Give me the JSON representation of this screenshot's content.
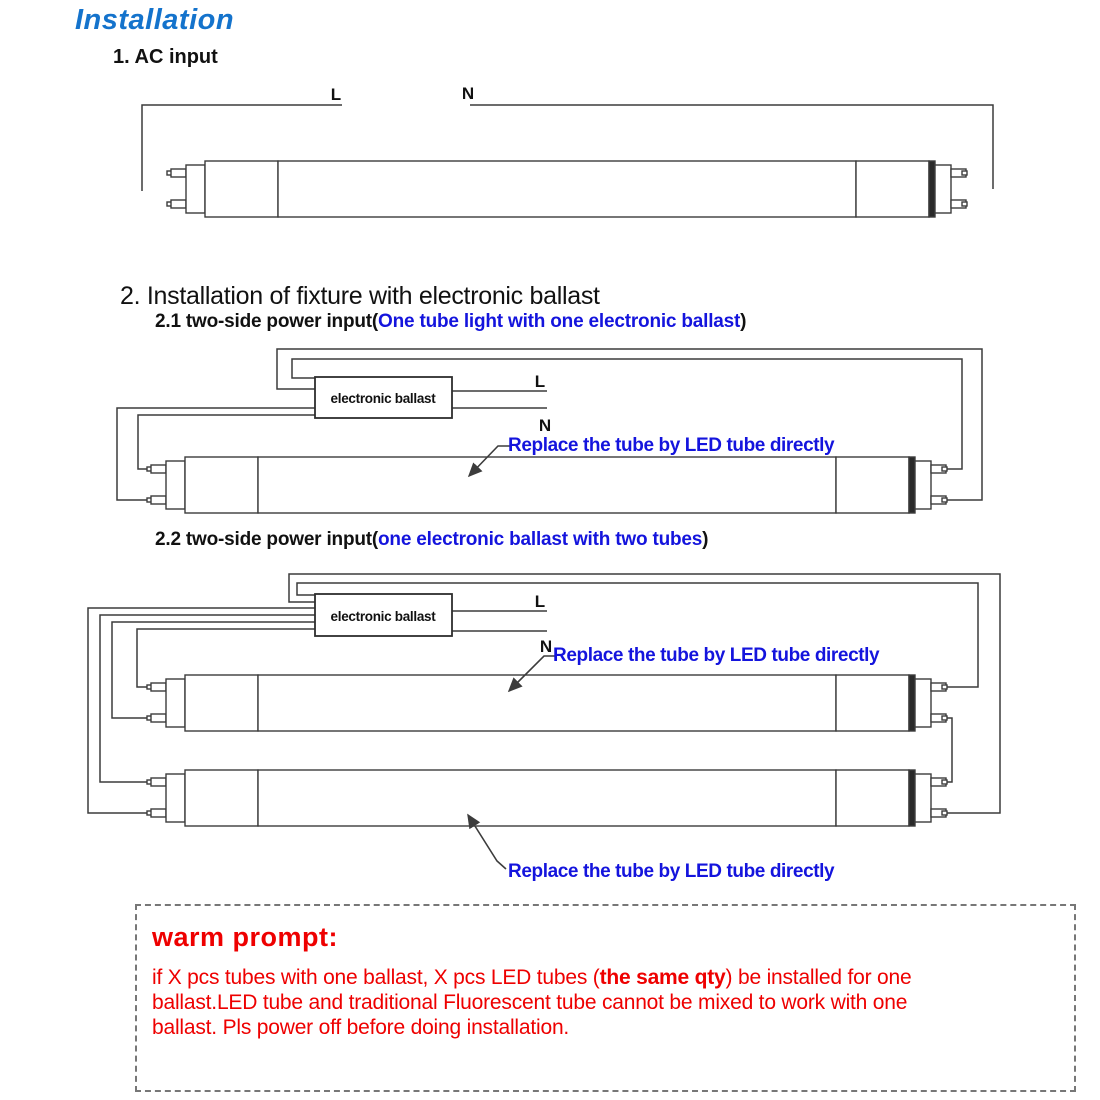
{
  "page": {
    "title": "Installation"
  },
  "sections": {
    "ac_input": {
      "heading": "1. AC input"
    },
    "fixture": {
      "heading": "2. Installation of fixture with electronic ballast",
      "sub21_black": "2.1 two-side power input(",
      "sub21_blue": "One tube light with one electronic ballast",
      "sub21_close": ")",
      "sub22_black": "2.2 two-side power input(",
      "sub22_blue": "one electronic ballast with two tubes",
      "sub22_close": ")"
    }
  },
  "diagram": {
    "line_label": "L",
    "neutral_label": "N",
    "ballast_label": "electronic ballast",
    "replace_note": "Replace the tube by LED tube directly"
  },
  "warm_prompt": {
    "title": "warm prompt:",
    "body_pre": "if X pcs tubes with one ballast, X pcs LED tubes (",
    "body_bold": "the same qty",
    "body_post": ") be installed for one ballast.LED tube and traditional Fluorescent tube cannot be mixed to work with one ballast. Pls power off before doing installation."
  },
  "colors": {
    "title_blue": "#1473cc",
    "accent_blue": "#1414dd",
    "alert_red": "#ee0000",
    "diagram_line": "#3c3c3c"
  }
}
